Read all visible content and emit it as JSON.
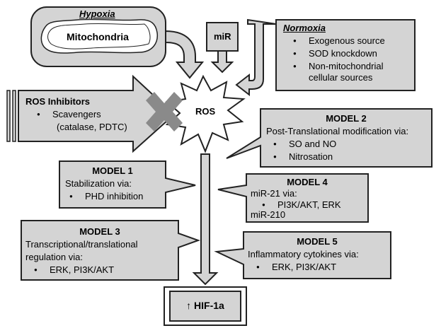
{
  "hypoxia": {
    "title": "Hypoxia",
    "organelle": "Mitochondria"
  },
  "mir": {
    "label": "miR"
  },
  "normoxia": {
    "title": "Normoxia",
    "items": [
      "Exogenous source",
      "SOD knockdown",
      "Non-mitochondrial",
      "cellular sources"
    ]
  },
  "ros_inhibitors": {
    "title": "ROS Inhibitors",
    "item_line1": "Scavengers",
    "item_line2": "(catalase, PDTC)"
  },
  "ros": {
    "label": "ROS"
  },
  "model2": {
    "title": "MODEL 2",
    "subtitle": "Post-Translational modification via:",
    "items": [
      "SO and NO",
      "Nitrosation"
    ]
  },
  "model1": {
    "title": "MODEL 1",
    "subtitle": "Stabilization via:",
    "items": [
      "PHD inhibition"
    ]
  },
  "model4": {
    "title": "MODEL 4",
    "line1": "miR-21 via:",
    "items": [
      "PI3K/AKT, ERK"
    ],
    "line2": "miR-210"
  },
  "model3": {
    "title": "MODEL 3",
    "line1": "Transcriptional/translational",
    "line2": "regulation via:",
    "items": [
      "ERK, PI3K/AKT"
    ]
  },
  "model5": {
    "title": "MODEL 5",
    "subtitle": "Inflammatory cytokines via:",
    "items": [
      "ERK, PI3K/AKT"
    ]
  },
  "hif": {
    "label": "↑ HIF-1a"
  },
  "colors": {
    "fill": "#d4d4d4",
    "outline": "#222222",
    "cross": "#8a8a8a"
  }
}
